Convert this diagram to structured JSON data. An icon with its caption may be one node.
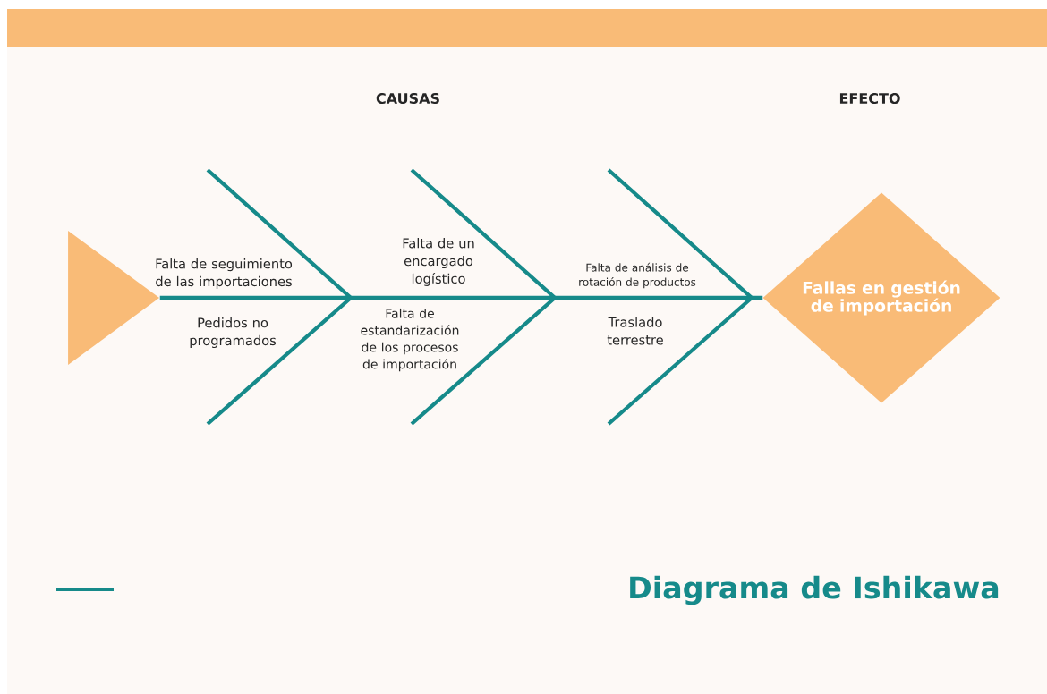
{
  "diagram": {
    "title": "Diagrama de Ishikawa",
    "nodes": [
      {
        "text": [],
        "shape": "triangle"
      },
      {
        "text": [
          "Fallas en gestión de importación"
        ]
      }
    ],
    "edges": [
      {
        "from": 0,
        "to": 1,
        "arrow": "none"
      }
    ],
    "labels": [
      "CAUSAS",
      "EFECTO",
      "Falta de un encargado logístico",
      "Falta de seguimiento de las importaciones",
      "Falta de análisis de rotación de productos",
      "Falta de estandarización de los procesos de importación",
      "Pedidos no programados",
      "Traslado terrestre"
    ]
  }
}
